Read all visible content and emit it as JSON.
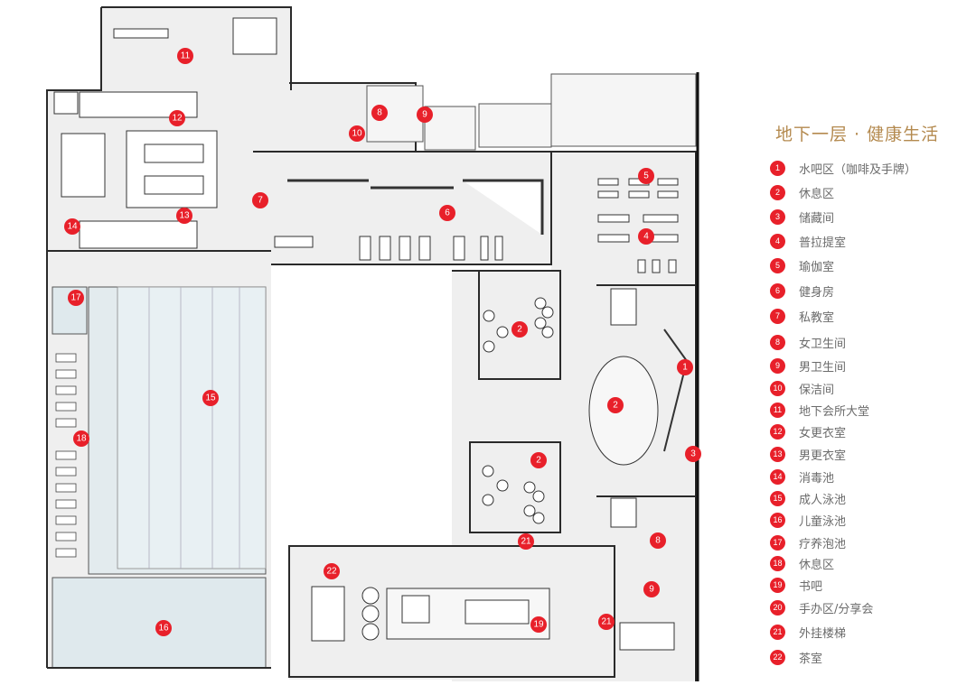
{
  "title": "地下一层 · 健康生活",
  "colors": {
    "accent": "#e8202a",
    "title": "#b48a4f",
    "floor": "#efefef",
    "wall": "#2a2a2a"
  },
  "legend": [
    {
      "num": "1",
      "label": "水吧区（咖啡及手牌）"
    },
    {
      "num": "2",
      "label": "休息区"
    },
    {
      "num": "3",
      "label": "储藏间"
    },
    {
      "num": "4",
      "label": "普拉提室"
    },
    {
      "num": "5",
      "label": "瑜伽室"
    },
    {
      "num": "6",
      "label": "健身房"
    },
    {
      "num": "7",
      "label": "私教室"
    },
    {
      "num": "8",
      "label": "女卫生间"
    },
    {
      "num": "9",
      "label": "男卫生间"
    },
    {
      "num": "10",
      "label": "保洁间"
    },
    {
      "num": "11",
      "label": "地下会所大堂"
    },
    {
      "num": "12",
      "label": "女更衣室"
    },
    {
      "num": "13",
      "label": "男更衣室"
    },
    {
      "num": "14",
      "label": "消毒池"
    },
    {
      "num": "15",
      "label": "成人泳池"
    },
    {
      "num": "16",
      "label": "儿童泳池"
    },
    {
      "num": "17",
      "label": "疗养泡池"
    },
    {
      "num": "18",
      "label": "休息区"
    },
    {
      "num": "19",
      "label": "书吧"
    },
    {
      "num": "20",
      "label": "手办区/分享会"
    },
    {
      "num": "21",
      "label": "外挂楼梯"
    },
    {
      "num": "22",
      "label": "茶室"
    }
  ],
  "markers": [
    "11",
    "12",
    "13",
    "14",
    "10",
    "8",
    "9",
    "7",
    "6",
    "5",
    "4",
    "2",
    "1",
    "2",
    "3",
    "2",
    "17",
    "15",
    "18",
    "16",
    "21",
    "8",
    "9",
    "22",
    "19",
    "21"
  ]
}
